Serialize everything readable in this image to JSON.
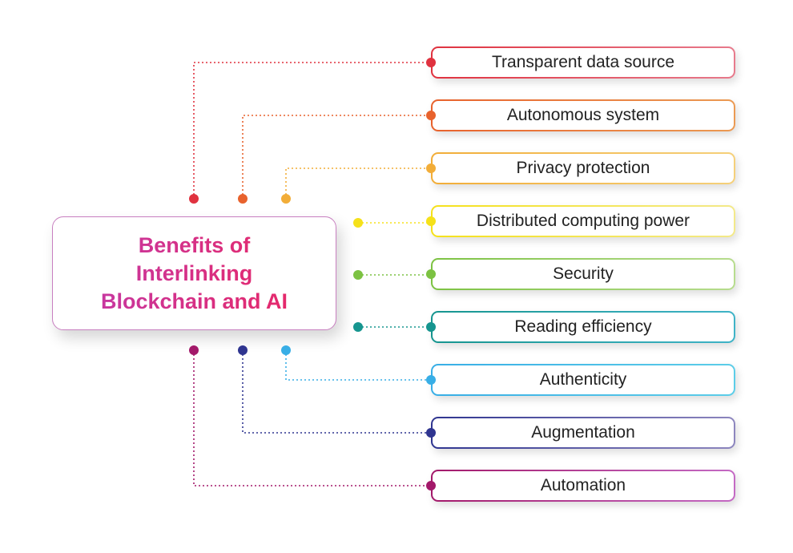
{
  "center": {
    "title_lines": [
      "Benefits of",
      "Interlinking",
      "Blockchain and AI"
    ],
    "gradient_start": "#c8379f",
    "gradient_end": "#e5296b"
  },
  "benefits": [
    {
      "label": "Transparent data source",
      "color": "#e0323f",
      "color_end": "#e77a8c",
      "side": "top"
    },
    {
      "label": "Autonomous system",
      "color": "#e8622d",
      "color_end": "#eb9a53",
      "side": "top"
    },
    {
      "label": "Privacy protection",
      "color": "#f2ad38",
      "color_end": "#f5d07a",
      "side": "top"
    },
    {
      "label": "Distributed computing power",
      "color": "#f5e11a",
      "color_end": "#f3e98a",
      "side": "right"
    },
    {
      "label": "Security",
      "color": "#7cc242",
      "color_end": "#b7dc8e",
      "side": "right"
    },
    {
      "label": "Reading efficiency",
      "color": "#16958f",
      "color_end": "#3fb3c7",
      "side": "right"
    },
    {
      "label": "Authenticity",
      "color": "#38aee6",
      "color_end": "#5ccde8",
      "side": "bottom"
    },
    {
      "label": "Augmentation",
      "color": "#2f3590",
      "color_end": "#8d86be",
      "side": "bottom"
    },
    {
      "label": "Automation",
      "color": "#a3196a",
      "color_end": "#c46ac4",
      "side": "bottom"
    }
  ]
}
